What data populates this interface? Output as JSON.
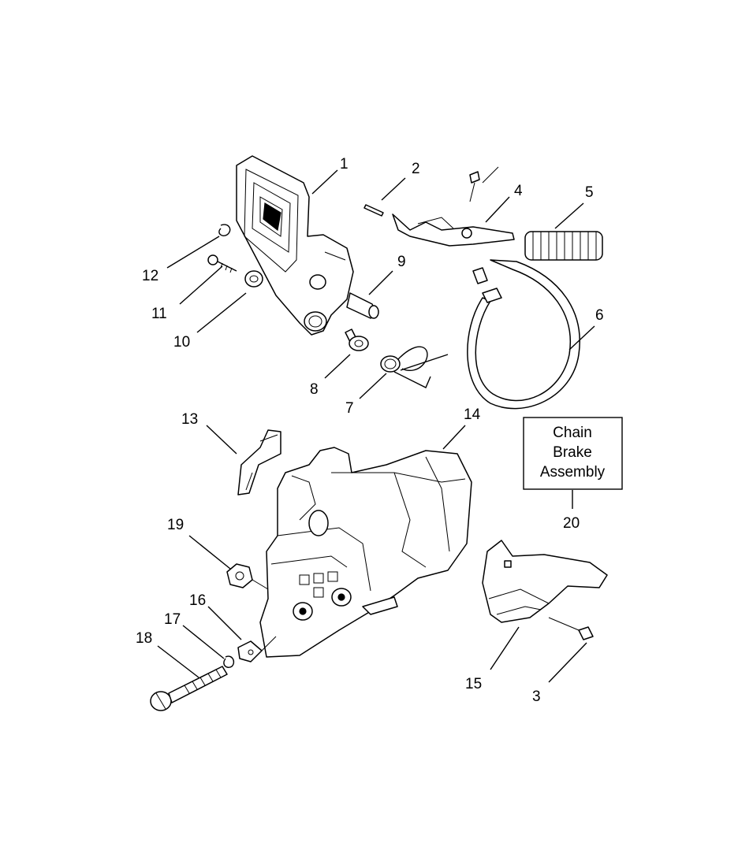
{
  "callouts": [
    "1",
    "2",
    "3",
    "4",
    "5",
    "6",
    "7",
    "8",
    "9",
    "10",
    "11",
    "12",
    "13",
    "14",
    "15",
    "16",
    "17",
    "18",
    "19",
    "20"
  ],
  "assembly_box": {
    "lines": [
      "Chain",
      "Brake",
      "Assembly"
    ]
  },
  "colors": {
    "line": "#000000",
    "paper": "#ffffff"
  }
}
